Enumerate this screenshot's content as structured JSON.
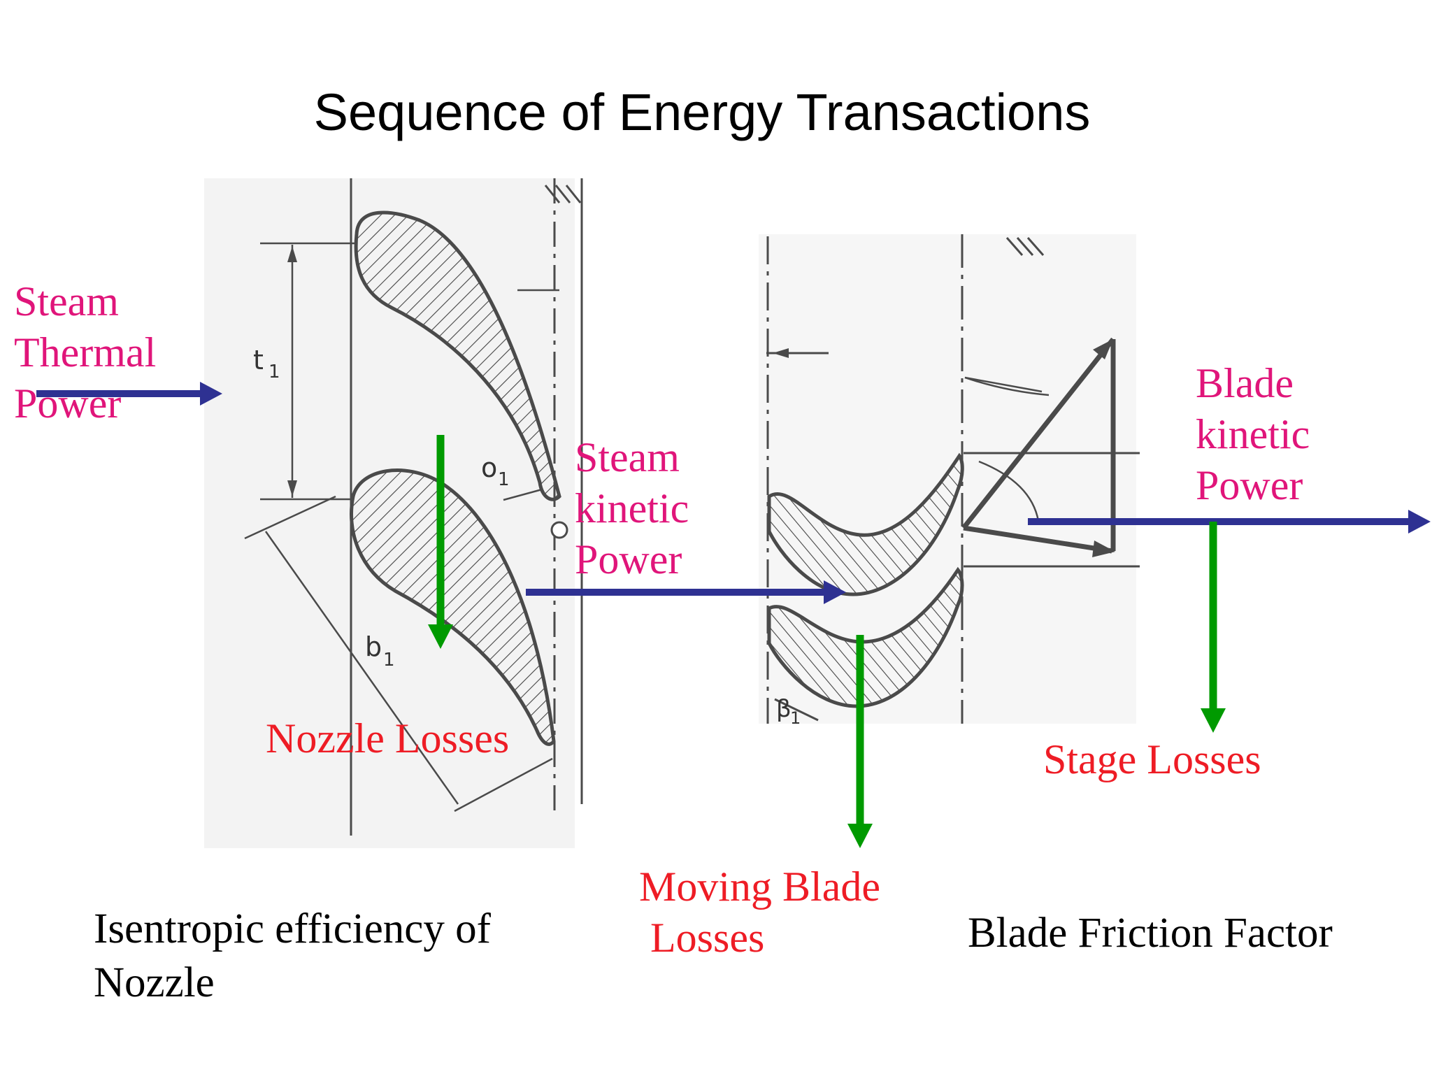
{
  "title": "Sequence of Energy Transactions",
  "labels": {
    "steam_thermal_power": [
      "Steam",
      "Thermal",
      "Power"
    ],
    "steam_kinetic_power": [
      "Steam",
      "kinetic",
      "Power"
    ],
    "blade_kinetic_power": [
      "Blade",
      "kinetic",
      "Power"
    ],
    "nozzle_losses": "Nozzle Losses",
    "moving_blade_losses": [
      "Moving Blade",
      "Losses"
    ],
    "stage_losses": "Stage Losses",
    "isentropic_efficiency": [
      "Isentropic efficiency of",
      "Nozzle"
    ],
    "blade_friction_factor": "Blade Friction Factor"
  },
  "diagram_symbols": {
    "t1": "t",
    "t1_sub": "1",
    "o1": "o",
    "o1_sub": "1",
    "b1": "b",
    "b1_sub": "1",
    "beta1": "β",
    "beta1_sub": "1"
  },
  "colors": {
    "label_pink": "#e0157a",
    "label_red": "#ee1c25",
    "power_arrow": "#2e3192",
    "loss_arrow": "#009a00",
    "drawing_gray": "#4a4a4a"
  }
}
